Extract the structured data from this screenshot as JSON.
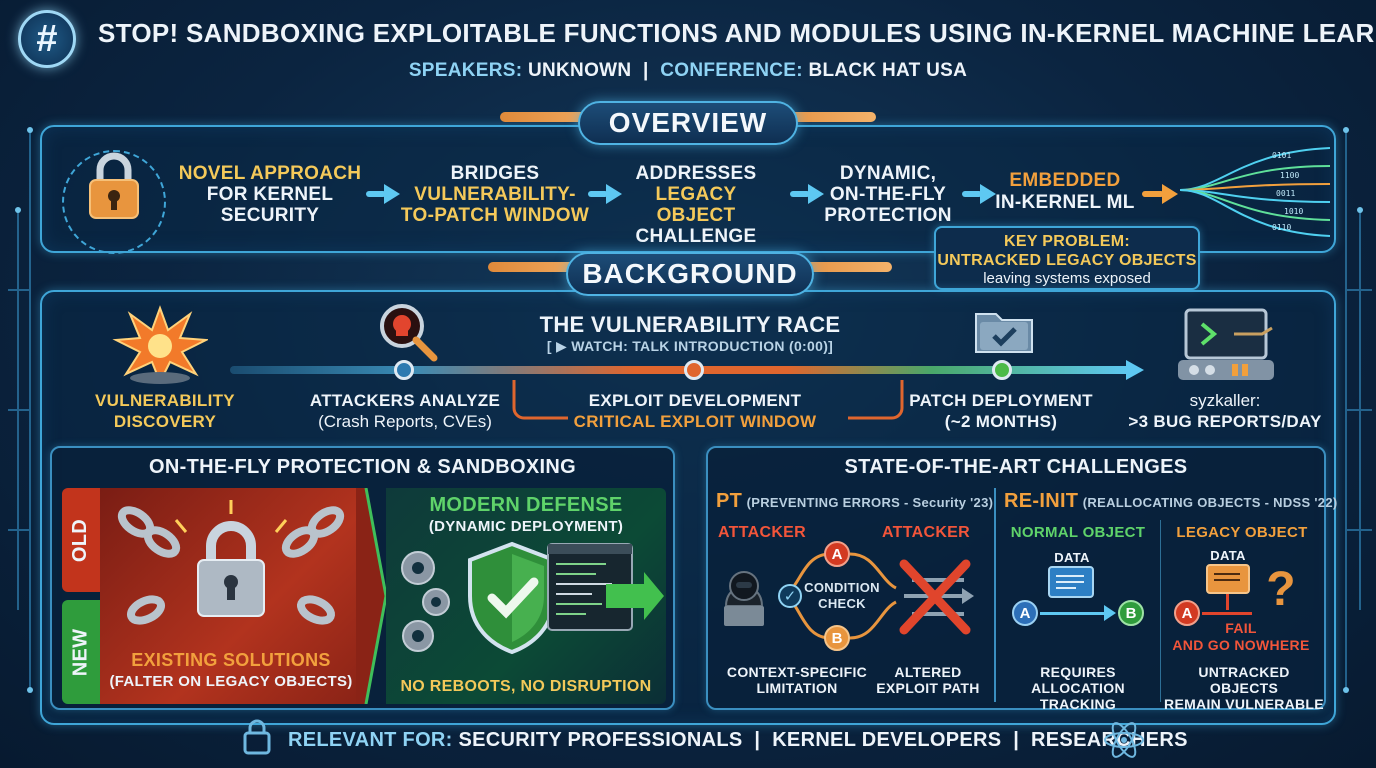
{
  "header": {
    "hash_symbol": "#",
    "title": "STOP! SANDBOXING  EXPLOITABLE FUNCTIONS AND MODULES USING IN-KERNEL MACHINE LEARNING",
    "speakers_label": "SPEAKERS:",
    "speakers_value": "UNKNOWN",
    "separator": "|",
    "conference_label": "CONFERENCE:",
    "conference_value": "BLACK HAT USA"
  },
  "overview": {
    "tab": "OVERVIEW",
    "steps": [
      {
        "line1": "NOVEL APPROACH",
        "line2": "FOR KERNEL",
        "line3": "SECURITY"
      },
      {
        "line1": "BRIDGES",
        "line2": "VULNERABILITY-",
        "line3": "TO-PATCH WINDOW"
      },
      {
        "line1": "ADDRESSES",
        "line2": "LEGACY OBJECT",
        "line3": "CHALLENGE"
      },
      {
        "line1": "DYNAMIC,",
        "line2": "ON-THE-FLY",
        "line3": "PROTECTION"
      },
      {
        "line1": "EMBEDDED",
        "line2": "IN-KERNEL ML"
      }
    ],
    "key_problem": {
      "line1": "KEY PROBLEM:",
      "line2": "UNTRACKED LEGACY OBJECTS",
      "line3": "leaving systems exposed"
    }
  },
  "background": {
    "tab": "BACKGROUND",
    "race_title": "THE VULNERABILITY RACE",
    "watch": "[ ▶ WATCH: TALK INTRODUCTION (0:00)]",
    "stages": [
      {
        "line1": "VULNERABILITY",
        "line2": "DISCOVERY"
      },
      {
        "line1": "ATTACKERS ANALYZE",
        "line2": "(Crash Reports, CVEs)"
      },
      {
        "line1": "EXPLOIT DEVELOPMENT",
        "line2": "CRITICAL EXPLOIT WINDOW"
      },
      {
        "line1": "PATCH DEPLOYMENT",
        "line2": "(~2 MONTHS)"
      },
      {
        "line1": "syzkaller:",
        "line2": ">3 BUG REPORTS/DAY"
      }
    ]
  },
  "protection": {
    "title": "ON-THE-FLY PROTECTION & SANDBOXING",
    "old_tag": "OLD",
    "new_tag": "NEW",
    "modern_title": "MODERN DEFENSE",
    "modern_sub": "(DYNAMIC DEPLOYMENT)",
    "existing_title": "EXISTING SOLUTIONS",
    "existing_sub": "(FALTER ON LEGACY OBJECTS)",
    "no_reboots": "NO REBOOTS, NO DISRUPTION"
  },
  "challenges": {
    "title": "STATE-OF-THE-ART CHALLENGES",
    "pt_head": "PT",
    "pt_sub": "(PREVENTING ERRORS - Security '23)",
    "reinit_head": "RE-INIT",
    "reinit_sub": "(REALLOCATING OBJECTS - NDSS '22)",
    "attacker1": "ATTACKER",
    "attacker2": "ATTACKER",
    "node_a": "A",
    "node_b": "B",
    "condition": "CONDITION",
    "check": "CHECK",
    "context_line1": "CONTEXT-SPECIFIC",
    "context_line2": "LIMITATION",
    "altered_line1": "ALTERED",
    "altered_line2": "EXPLOIT PATH",
    "normal_object": "NORMAL OBJECT",
    "legacy_object": "LEGACY OBJECT",
    "data1": "DATA",
    "data2": "DATA",
    "fail": "FAIL",
    "go_nowhere": "AND GO NOWHERE",
    "question": "?",
    "requires_line1": "REQUIRES ALLOCATION",
    "requires_line2": "TRACKING",
    "untracked_line1": "UNTRACKED OBJECTS",
    "untracked_line2": "REMAIN VULNERABLE"
  },
  "footer": {
    "label": "RELEVANT FOR:",
    "items": [
      "SECURITY PROFESSIONALS",
      "KERNEL DEVELOPERS",
      "RESEARCHERS"
    ],
    "sep": "|"
  }
}
